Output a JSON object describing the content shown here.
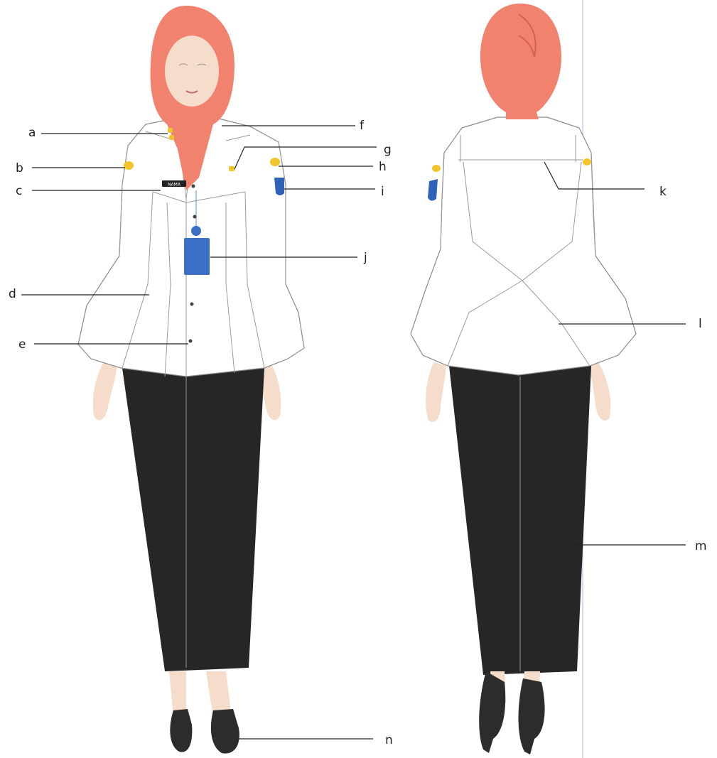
{
  "labels": [
    "a",
    "b",
    "c",
    "d",
    "e",
    "f",
    "g",
    "h",
    "i",
    "j",
    "k",
    "l",
    "m",
    "n"
  ],
  "colors": {
    "hijab": "#f0826e",
    "hijab_shadow": "#d9604d",
    "skin": "#f6dccb",
    "skin_shadow": "#e8bfa8",
    "shirt": "#ffffff",
    "skirt": "#262626",
    "shoe": "#2c2c2c",
    "badge_gold": "#f2c52a",
    "patch_blue": "#2f63b8",
    "id_card_blue": "#3a6fc8",
    "nametag": "#222222",
    "guide_line": "#b9cde8"
  },
  "name_tag_text": "NAMA",
  "icons": [
    "collar-pin-icon",
    "shoulder-badge-icon",
    "name-tag-icon",
    "sleeve-patch-icon",
    "id-card-icon",
    "button-icon",
    "shoe-icon"
  ]
}
